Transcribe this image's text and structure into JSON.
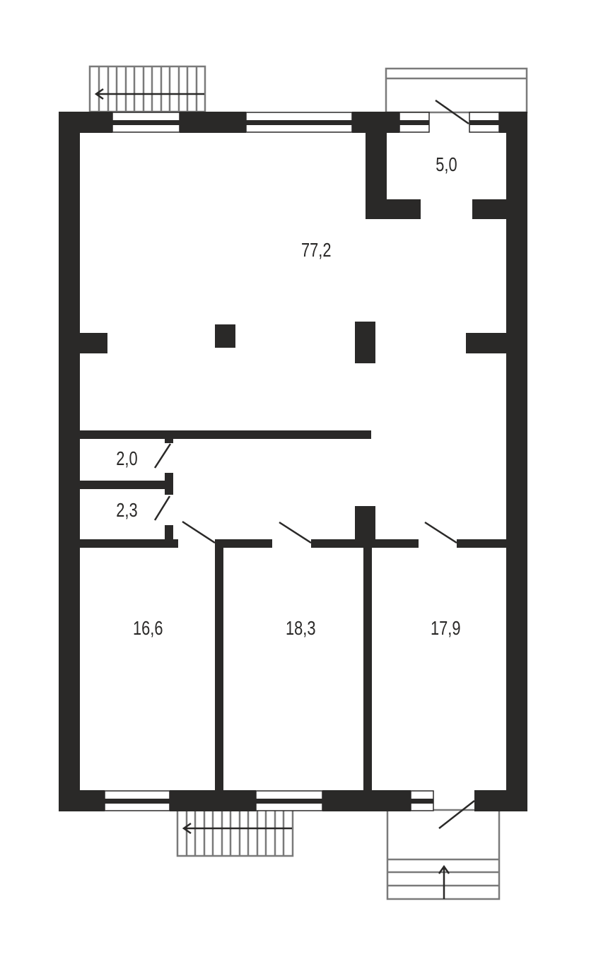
{
  "plan": {
    "colors": {
      "wall": "#2a2928",
      "stair": "#7a7a7a",
      "background": "#ffffff"
    },
    "rooms": [
      {
        "id": "main-hall",
        "area": "77,2"
      },
      {
        "id": "vestibule",
        "area": "5,0"
      },
      {
        "id": "small-room-1",
        "area": "2,0"
      },
      {
        "id": "small-room-2",
        "area": "2,3"
      },
      {
        "id": "room-left",
        "area": "16,6"
      },
      {
        "id": "room-middle",
        "area": "18,3"
      },
      {
        "id": "room-right",
        "area": "17,9"
      }
    ]
  }
}
